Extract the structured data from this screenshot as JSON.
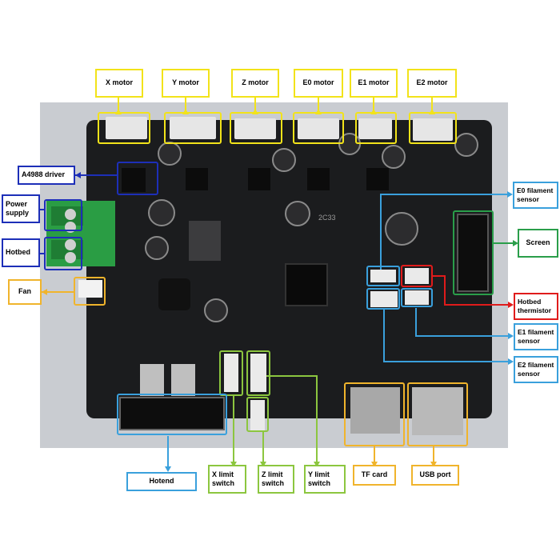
{
  "colors": {
    "motors": "#f2e31a",
    "driver": "#1d2fb8",
    "power": "#1d2fb8",
    "fan": "#f0b42c",
    "sensors": "#3aa0dc",
    "screen": "#2a9e4a",
    "thermistor": "#e01b1b",
    "limit": "#8cc63f",
    "storage": "#f0b42c",
    "board": "#1b1c1e"
  },
  "labels": {
    "x_motor": "X motor",
    "y_motor": "Y motor",
    "z_motor": "Z motor",
    "e0_motor": "E0 motor",
    "e1_motor": "E1 motor",
    "e2_motor": "E2 motor",
    "a4988": "A4988 driver",
    "power_supply": "Power supply",
    "hotbed": "Hotbed",
    "fan": "Fan",
    "e0_sensor": "E0 filament sensor",
    "screen": "Screen",
    "hotbed_thermistor": "Hotbed thermistor",
    "e1_sensor": "E1 filament sensor",
    "e2_sensor": "E2 filament sensor",
    "hotend": "Hotend",
    "x_limit": "X limit switch",
    "z_limit": "Z limit switch",
    "y_limit": "Y limit switch",
    "tf_card": "TF card",
    "usb_port": "USB port"
  },
  "board_marking": "2C33"
}
